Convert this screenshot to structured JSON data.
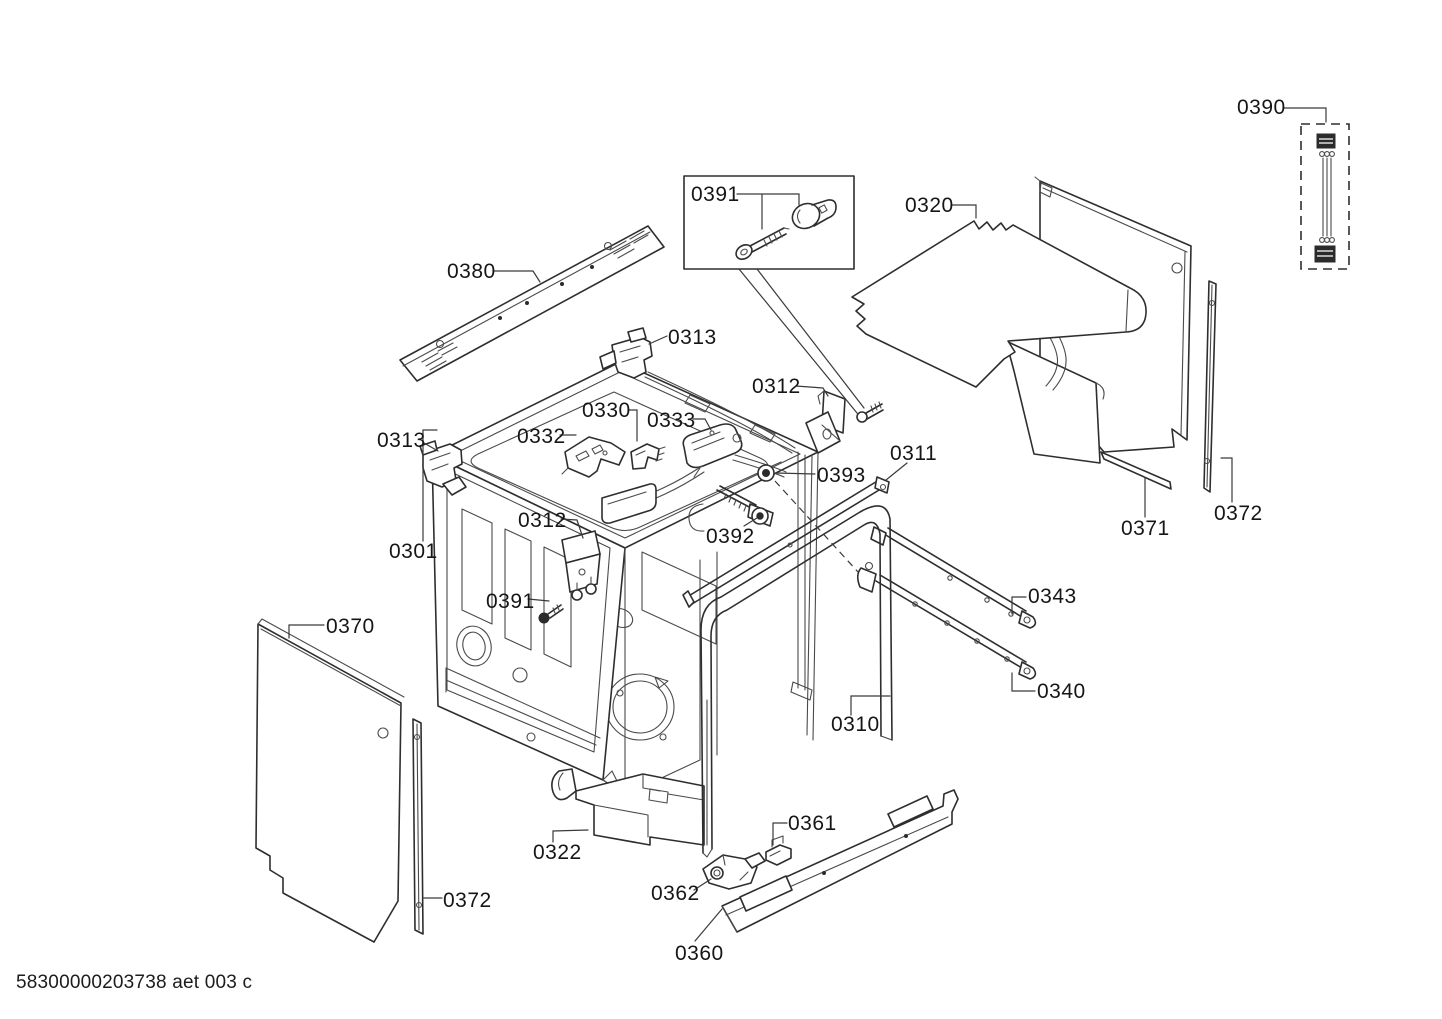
{
  "diagram": {
    "footer_code": "58300000203738 aet 003 c",
    "colors": {
      "line": "#2e2e2e",
      "label_text": "#161616",
      "background": "#ffffff"
    },
    "labels": [
      {
        "id": "0390",
        "text": "0390"
      },
      {
        "id": "0391-inset",
        "text": "0391"
      },
      {
        "id": "0320",
        "text": "0320"
      },
      {
        "id": "0380",
        "text": "0380"
      },
      {
        "id": "0313-top",
        "text": "0313"
      },
      {
        "id": "0312-top",
        "text": "0312"
      },
      {
        "id": "0330",
        "text": "0330"
      },
      {
        "id": "0333",
        "text": "0333"
      },
      {
        "id": "0332",
        "text": "0332"
      },
      {
        "id": "0313-left",
        "text": "0313"
      },
      {
        "id": "0311",
        "text": "0311"
      },
      {
        "id": "0393",
        "text": "0393"
      },
      {
        "id": "0372-right",
        "text": "0372"
      },
      {
        "id": "0312-mid",
        "text": "0312"
      },
      {
        "id": "0371",
        "text": "0371"
      },
      {
        "id": "0301",
        "text": "0301"
      },
      {
        "id": "0392",
        "text": "0392"
      },
      {
        "id": "0391-mid",
        "text": "0391"
      },
      {
        "id": "0343",
        "text": "0343"
      },
      {
        "id": "0370",
        "text": "0370"
      },
      {
        "id": "0340",
        "text": "0340"
      },
      {
        "id": "0310",
        "text": "0310"
      },
      {
        "id": "0361",
        "text": "0361"
      },
      {
        "id": "0322",
        "text": "0322"
      },
      {
        "id": "0362",
        "text": "0362"
      },
      {
        "id": "0372-left",
        "text": "0372"
      },
      {
        "id": "0360",
        "text": "0360"
      }
    ]
  }
}
